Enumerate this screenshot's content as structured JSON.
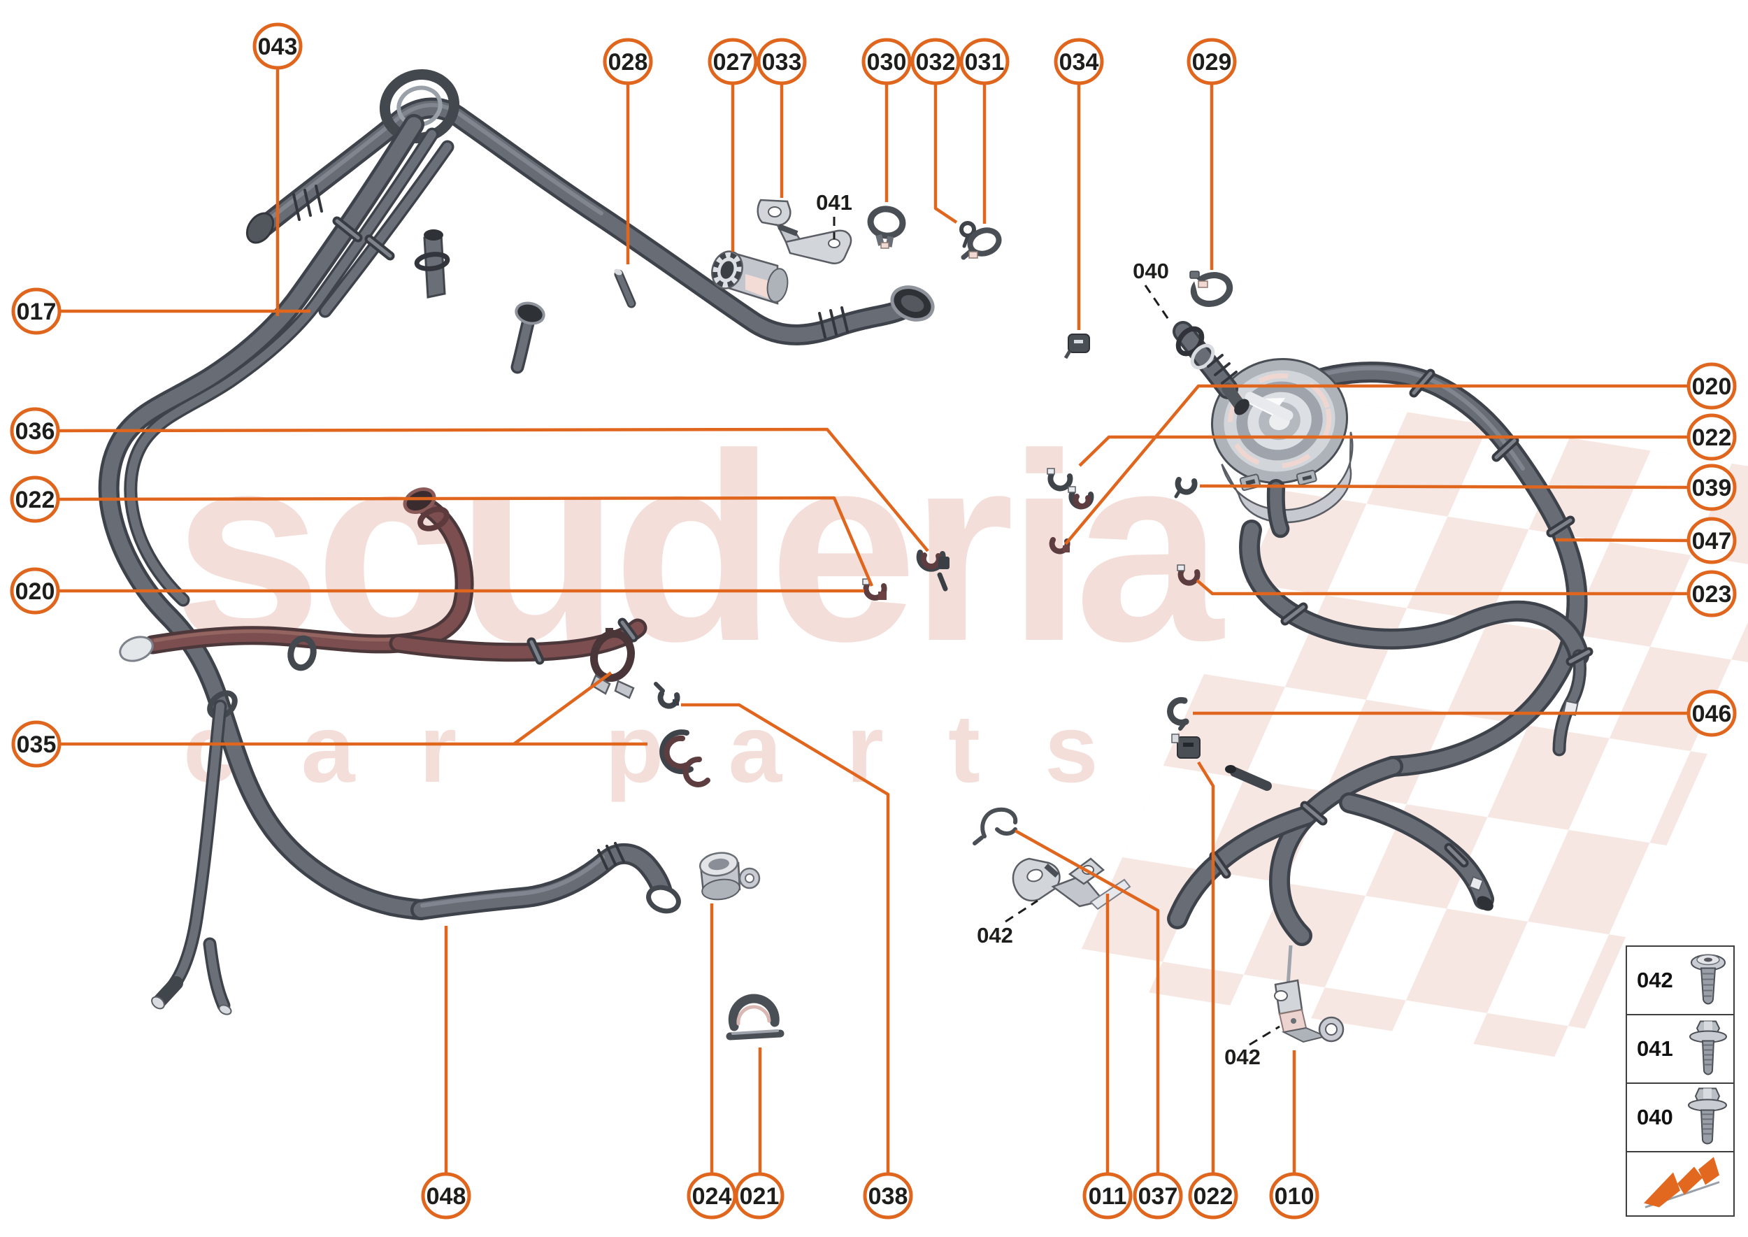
{
  "watermark": {
    "main": "scuderia",
    "sub_left": "car",
    "sub_right": "parts"
  },
  "callouts": [
    {
      "id": "043"
    },
    {
      "id": "028"
    },
    {
      "id": "027"
    },
    {
      "id": "033"
    },
    {
      "id": "030"
    },
    {
      "id": "032"
    },
    {
      "id": "031"
    },
    {
      "id": "034"
    },
    {
      "id": "029"
    },
    {
      "id": "017"
    },
    {
      "id": "036"
    },
    {
      "id": "022"
    },
    {
      "id": "020"
    },
    {
      "id": "035"
    },
    {
      "id": "020"
    },
    {
      "id": "022"
    },
    {
      "id": "039"
    },
    {
      "id": "047"
    },
    {
      "id": "023"
    },
    {
      "id": "046"
    },
    {
      "id": "048"
    },
    {
      "id": "024"
    },
    {
      "id": "021"
    },
    {
      "id": "038"
    },
    {
      "id": "011"
    },
    {
      "id": "037"
    },
    {
      "id": "022"
    },
    {
      "id": "010"
    }
  ],
  "inline_labels": [
    {
      "id": "041"
    },
    {
      "id": "040"
    },
    {
      "id": "042"
    },
    {
      "id": "042"
    }
  ],
  "legend": {
    "rows": [
      {
        "part": "042"
      },
      {
        "part": "041"
      },
      {
        "part": "040"
      }
    ]
  },
  "colors": {
    "accent_orange": "#e0661e",
    "watermark_pink": "#f4ded9",
    "checker_pink": "#f6e7e3",
    "part_highlight_maroon": "#7c4e50",
    "metal_gray": "#c9ccd2",
    "hose_gray": "#676c75",
    "label_text": "#1d1d1b"
  }
}
